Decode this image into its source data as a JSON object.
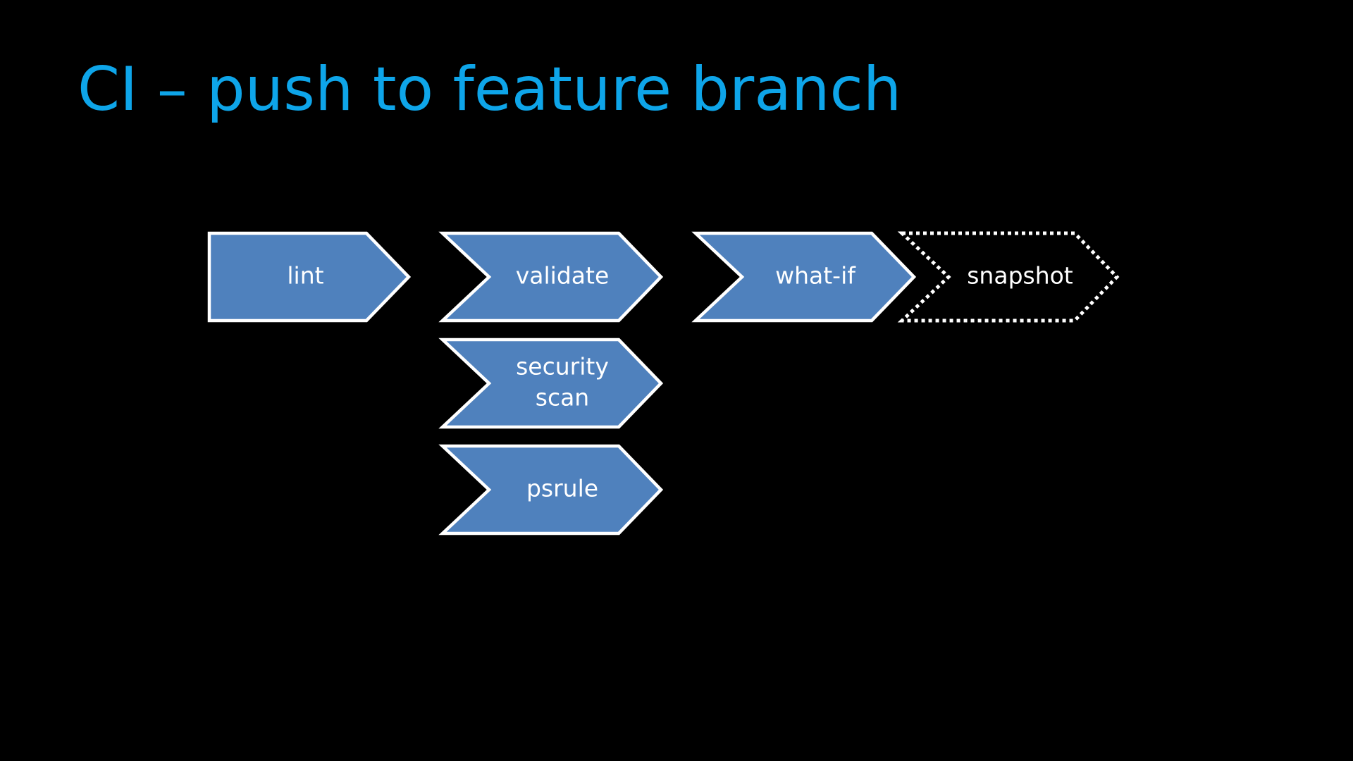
{
  "slide": {
    "title": "CI – push to feature branch"
  },
  "colors": {
    "title": "#0ea5e9",
    "step_fill": "#4f81bd",
    "step_outline": "#ffffff",
    "background": "#000000"
  },
  "pipeline": {
    "steps": [
      {
        "label": "lint",
        "shape": "pentagon",
        "style": "solid"
      },
      {
        "label": "validate",
        "shape": "chevron",
        "style": "solid"
      },
      {
        "label": "security\nscan",
        "shape": "chevron",
        "style": "solid"
      },
      {
        "label": "psrule",
        "shape": "chevron",
        "style": "solid"
      },
      {
        "label": "what-if",
        "shape": "chevron",
        "style": "solid"
      },
      {
        "label": "snapshot",
        "shape": "chevron",
        "style": "dotted"
      }
    ]
  }
}
